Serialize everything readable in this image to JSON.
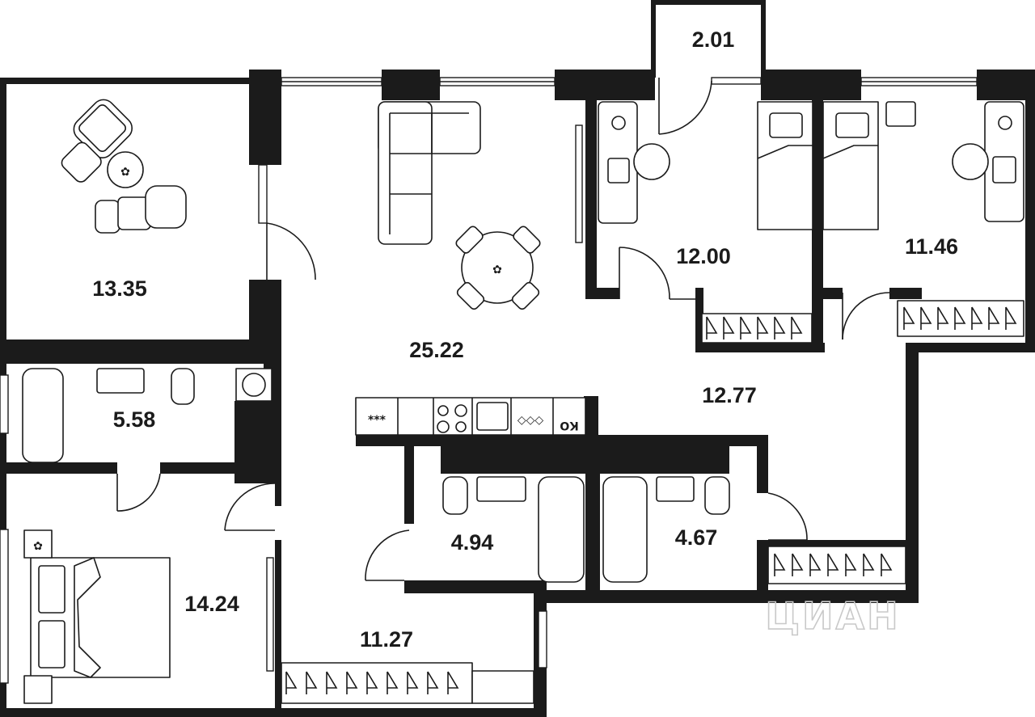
{
  "rooms": [
    {
      "label": "2.01"
    },
    {
      "label": "13.35"
    },
    {
      "label": "25.22"
    },
    {
      "label": "12.00"
    },
    {
      "label": "11.46"
    },
    {
      "label": "12.77"
    },
    {
      "label": "5.58"
    },
    {
      "label": "4.94"
    },
    {
      "label": "4.67"
    },
    {
      "label": "14.24"
    },
    {
      "label": "11.27"
    }
  ],
  "kitchen_marks": {
    "hob_symbol": "***",
    "sink_symbol": "◇◇◇",
    "box_label": "КО"
  },
  "watermark": {
    "text": "ЦИАН"
  },
  "colors": {
    "wall": "#1b1b1b",
    "background": "#ffffff",
    "watermark": "#c9c9c9"
  }
}
